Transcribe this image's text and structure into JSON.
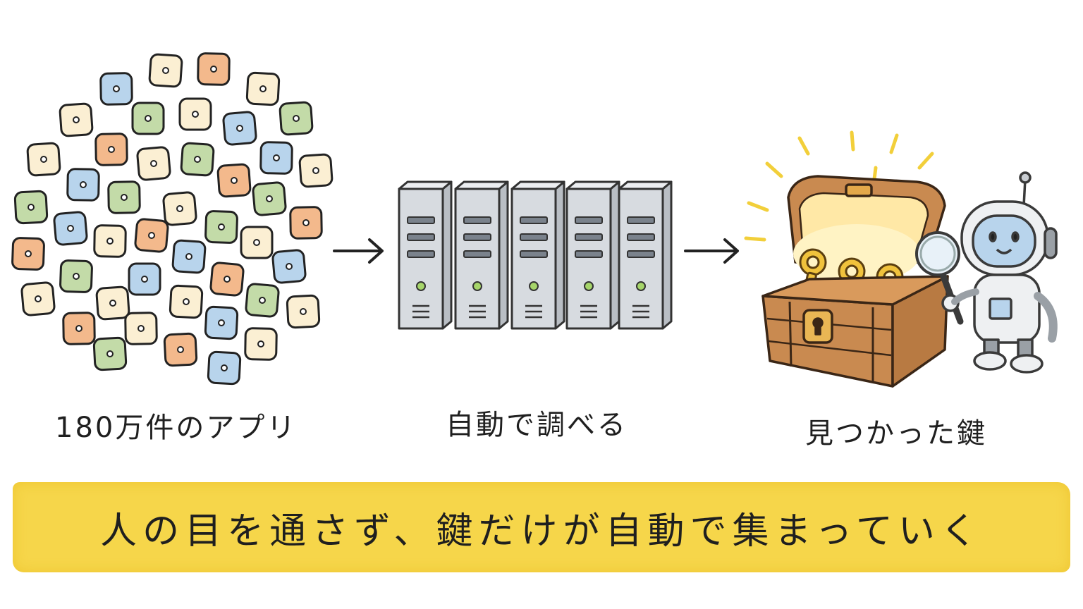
{
  "steps": [
    {
      "label": "180万件のアプリ"
    },
    {
      "label": "自動で調べる"
    },
    {
      "label": "見つかった鍵"
    }
  ],
  "banner": {
    "text": "人の目を通さず、鍵だけが自動で集まっていく"
  },
  "colors": {
    "app_blue": "#b8d4ec",
    "app_green": "#c3dba8",
    "app_orange": "#f3b98c",
    "app_cream": "#fbefd3",
    "server": "#d7dbe0",
    "chest": "#c98a50",
    "key": "#f0c23c",
    "banner": "#f6d64a"
  }
}
